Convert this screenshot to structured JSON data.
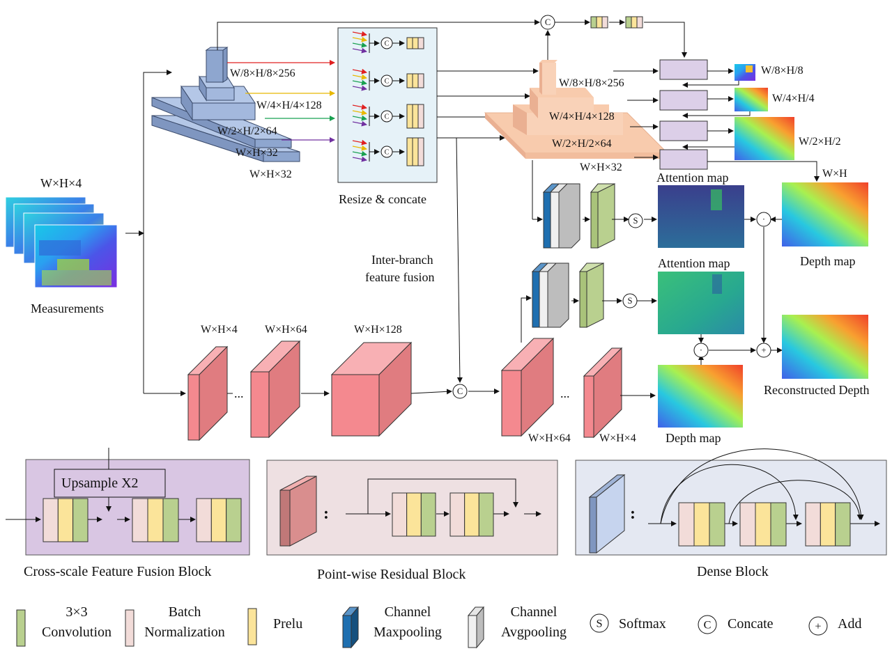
{
  "dims": {
    "w4_top": "W×H×4",
    "top_256": "W/8×H/8×256",
    "top_128": "W/4×H/4×128",
    "top_64": "W/2×H/2×64",
    "top_32a": "W×H×32",
    "top_32b": "W×H×32",
    "dec_256": "W/8×H/8×256",
    "dec_128": "W/4×H/4×128",
    "dec_64": "W/2×H/2×64",
    "dec_32": "W×H×32",
    "att_8": "W/8×H/8",
    "att_4": "W/4×H/4",
    "att_2": "W/2×H/2",
    "att_1": "W×H",
    "bot_4": "W×H×4",
    "bot_64": "W×H×64",
    "bot_128": "W×H×128",
    "bot_64b": "W×H×64",
    "bot_4b": "W×H×4"
  },
  "labels": {
    "measurements": "Measurements",
    "resize_concate": "Resize & concate",
    "attention_map_1": "Attention map",
    "attention_map_2": "Attention map",
    "depth_map_1": "Depth map",
    "depth_map_2": "Depth map",
    "reconstructed": "Reconstructed Depth",
    "fusion_line1": "Inter-branch",
    "fusion_line2": "feature fusion",
    "ellipsis": "..."
  },
  "blocks": {
    "cross_scale": "Cross-scale Feature Fusion Block",
    "upsample": "Upsample X2",
    "pointwise": "Point-wise Residual Block",
    "dense": "Dense Block",
    "colon": ":"
  },
  "symbols": {
    "concat": "C",
    "softmax": "S",
    "add": "+",
    "mult": "·"
  },
  "legend": [
    {
      "line1": "3×3",
      "line2": "Convolution",
      "icon": "conv-swatch"
    },
    {
      "line1": "Batch",
      "line2": "Normalization",
      "icon": "bn-swatch"
    },
    {
      "line1": "Prelu",
      "line2": "",
      "icon": "prelu-swatch"
    },
    {
      "line1": "Channel",
      "line2": "Maxpooling",
      "icon": "maxpool-swatch"
    },
    {
      "line1": "Channel",
      "line2": "Avgpooling",
      "icon": "avgpool-swatch"
    },
    {
      "line1": "Softmax",
      "line2": "",
      "icon": "softmax-icon"
    },
    {
      "line1": "Concate",
      "line2": "",
      "icon": "concat-icon"
    },
    {
      "line1": "Add",
      "line2": "",
      "icon": "add-icon"
    }
  ],
  "colors": {
    "conv": "#b9d08f",
    "bn": "#f2dcd9",
    "prelu": "#fbe49a",
    "maxpool": "#1f6fb0",
    "avgpool": "#bdbdbd",
    "encoder_blue": "#b4c7e7",
    "decoder_peach": "#f8cbad",
    "red_block": "#f4898f",
    "attention_box": "#dccfe8",
    "cross_bg": "#d9c6e3",
    "point_bg": "#eee0e2",
    "dense_bg": "#e4e8f2",
    "resize_bg": "#e6f2f8"
  }
}
